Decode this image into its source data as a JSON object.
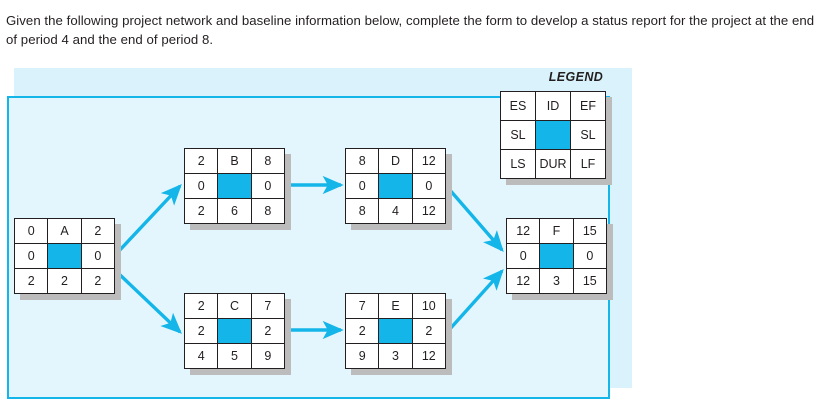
{
  "prompt": {
    "text": "Given the following project network and baseline information below, complete the form to develop a status report for the project at the end of period 4 and the end of period 8."
  },
  "colors": {
    "accent_cyan": "#14b5e8",
    "canvas_fill": "#e4f6fd",
    "canvas_backdrop": "#d9f2fb",
    "node_shadow": "#bcbcbc",
    "text": "#231f20"
  },
  "legend": {
    "title": "LEGEND",
    "cells": [
      "ES",
      "ID",
      "EF",
      "SL",
      "",
      "SL",
      "LS",
      "DUR",
      "LF"
    ]
  },
  "network": {
    "nodes": [
      {
        "key": "a",
        "id": "A",
        "es": "0",
        "ef": "2",
        "sl_left": "0",
        "sl_right": "0",
        "ls": "2",
        "dur": "2",
        "lf": "2",
        "cells": [
          "0",
          "A",
          "2",
          "0",
          "",
          "0",
          "2",
          "2",
          "2"
        ]
      },
      {
        "key": "b",
        "id": "B",
        "es": "2",
        "ef": "8",
        "sl_left": "0",
        "sl_right": "0",
        "ls": "2",
        "dur": "6",
        "lf": "8",
        "cells": [
          "2",
          "B",
          "8",
          "0",
          "",
          "0",
          "2",
          "6",
          "8"
        ]
      },
      {
        "key": "c",
        "id": "C",
        "es": "2",
        "ef": "7",
        "sl_left": "2",
        "sl_right": "2",
        "ls": "4",
        "dur": "5",
        "lf": "9",
        "cells": [
          "2",
          "C",
          "7",
          "2",
          "",
          "2",
          "4",
          "5",
          "9"
        ]
      },
      {
        "key": "d",
        "id": "D",
        "es": "8",
        "ef": "12",
        "sl_left": "0",
        "sl_right": "0",
        "ls": "8",
        "dur": "4",
        "lf": "12",
        "cells": [
          "8",
          "D",
          "12",
          "0",
          "",
          "0",
          "8",
          "4",
          "12"
        ]
      },
      {
        "key": "e",
        "id": "E",
        "es": "7",
        "ef": "10",
        "sl_left": "2",
        "sl_right": "2",
        "ls": "9",
        "dur": "3",
        "lf": "12",
        "cells": [
          "7",
          "E",
          "10",
          "2",
          "",
          "2",
          "9",
          "3",
          "12"
        ]
      },
      {
        "key": "f",
        "id": "F",
        "es": "12",
        "ef": "15",
        "sl_left": "0",
        "sl_right": "0",
        "ls": "12",
        "dur": "3",
        "lf": "15",
        "cells": [
          "12",
          "F",
          "15",
          "0",
          "",
          "0",
          "12",
          "3",
          "15"
        ]
      }
    ],
    "edges": [
      {
        "from": "A",
        "to": "B"
      },
      {
        "from": "A",
        "to": "C"
      },
      {
        "from": "B",
        "to": "D"
      },
      {
        "from": "C",
        "to": "E"
      },
      {
        "from": "D",
        "to": "F"
      },
      {
        "from": "E",
        "to": "F"
      }
    ]
  }
}
